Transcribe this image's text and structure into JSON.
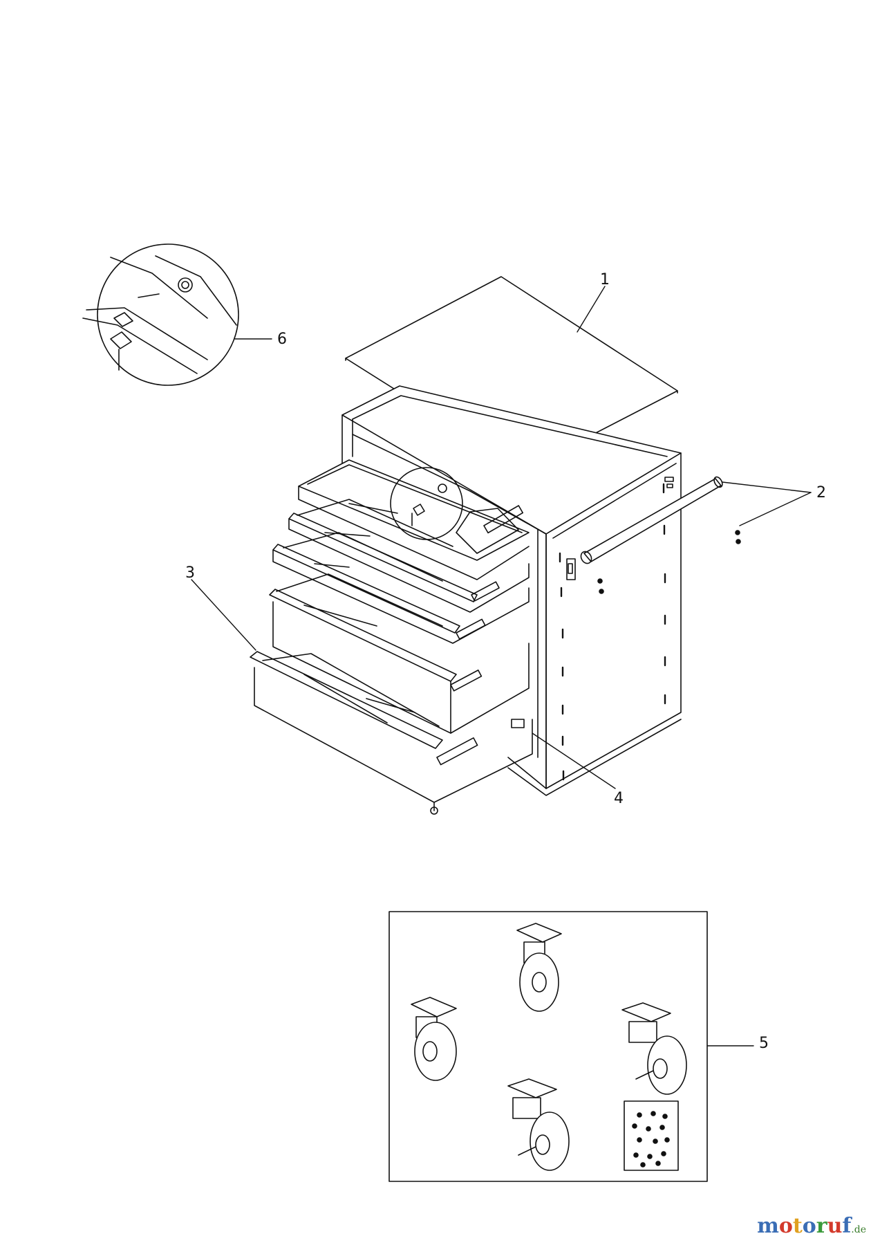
{
  "callouts": {
    "c1": "1",
    "c2": "2",
    "c3": "3",
    "c4": "4",
    "c5": "5",
    "c6": "6"
  },
  "watermark": {
    "letters": [
      "m",
      "o",
      "t",
      "o",
      "r",
      "u",
      "f"
    ],
    "colors": [
      "#3a6db5",
      "#d33a2c",
      "#e0a020",
      "#3a6db5",
      "#3a9a3a",
      "#d33a2c",
      "#3a6db5"
    ],
    "suffix": ".de"
  }
}
